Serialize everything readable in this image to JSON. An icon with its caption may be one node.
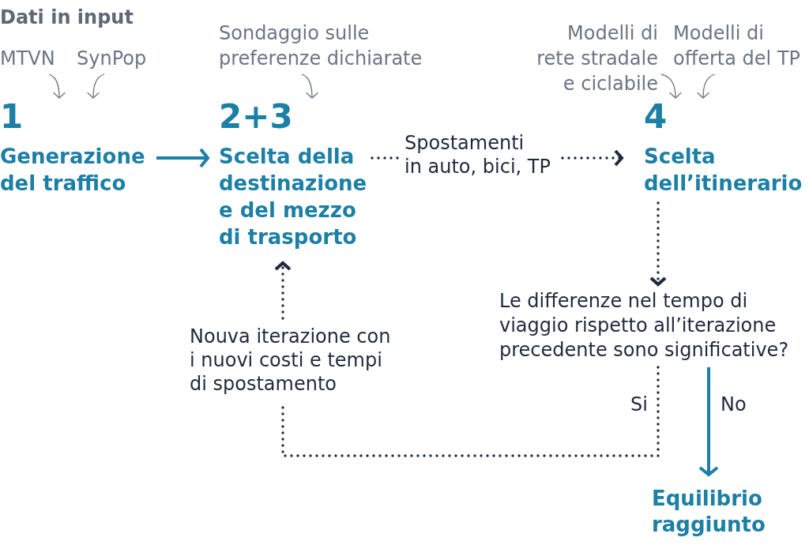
{
  "diagram": {
    "title": "Dati in input",
    "nodes": [
      {
        "text": [
          "MTVN"
        ]
      },
      {
        "text": [
          "SynPop"
        ]
      },
      {
        "text": [
          "Sondaggio sulle preferenze dichiarate"
        ]
      },
      {
        "text": [
          "Modelli di rete stradale e ciclabile"
        ]
      },
      {
        "text": [
          "Modelli di offerta del TP"
        ]
      },
      {
        "text": [
          "1",
          "Generazione del traffico"
        ]
      },
      {
        "text": [
          "2+3",
          "Scelta della destinazione e del mezzo di trasporto"
        ]
      },
      {
        "text": [
          "Spostamenti in auto, bici, TP"
        ]
      },
      {
        "text": [
          "4",
          "Scelta dell’itinerario"
        ]
      },
      {
        "text": [
          "Le differenze nel tempo di viaggio rispetto all’iterazione precedente sono significative?"
        ]
      },
      {
        "text": [
          "Nouva iterazione con i nuovi costi e tempi di spostamento"
        ]
      },
      {
        "text": [
          "Equilibrio raggiunto"
        ]
      }
    ],
    "edges": [
      {
        "from": 0,
        "to": 5,
        "arrow": "to",
        "color": "#6b7585"
      },
      {
        "from": 1,
        "to": 5,
        "arrow": "to",
        "color": "#6b7585"
      },
      {
        "from": 2,
        "to": 6,
        "arrow": "to",
        "color": "#6b7585"
      },
      {
        "from": 3,
        "to": 8,
        "arrow": "to",
        "color": "#6b7585"
      },
      {
        "from": 4,
        "to": 8,
        "arrow": "to",
        "color": "#6b7585"
      },
      {
        "from": 5,
        "to": 6,
        "arrow": "to",
        "color": "#1b7fa6"
      },
      {
        "from": 6,
        "to": 7,
        "arrow": "none",
        "style": "dashed"
      },
      {
        "from": 7,
        "to": 8,
        "arrow": "to",
        "style": "dashed"
      },
      {
        "from": 8,
        "to": 9,
        "arrow": "to",
        "style": "dashed"
      },
      {
        "from": 9,
        "to": 10,
        "arrow": "none",
        "style": "dashed",
        "label": "Si"
      },
      {
        "from": 10,
        "to": 6,
        "arrow": "to",
        "style": "dashed"
      },
      {
        "from": 9,
        "to": 11,
        "arrow": "to",
        "color": "#1b7fa6",
        "label": "No"
      }
    ]
  }
}
